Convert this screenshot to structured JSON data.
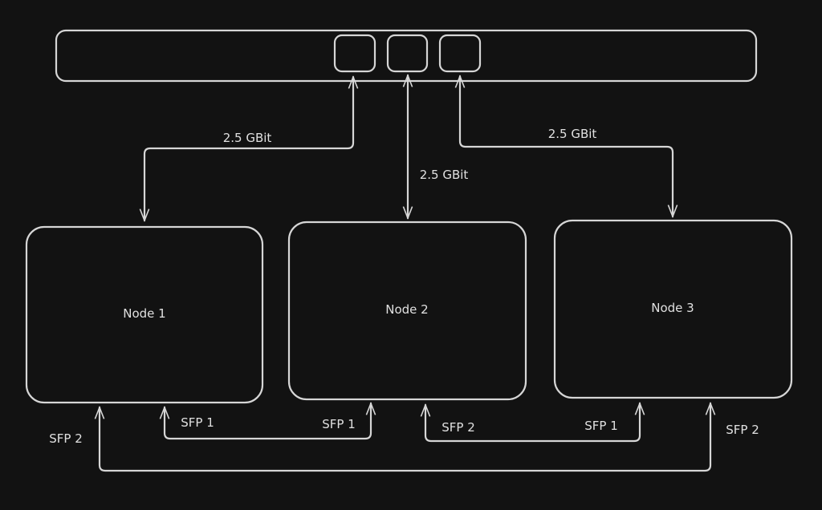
{
  "colors": {
    "background": "#121212",
    "stroke": "#d6d6d6",
    "text": "#e0e0e0"
  },
  "switch": {
    "ports": 3
  },
  "links": {
    "uplink_1": "2.5 GBit",
    "uplink_2": "2.5 GBit",
    "uplink_3": "2.5 GBit"
  },
  "nodes": [
    {
      "label": "Node 1"
    },
    {
      "label": "Node 2"
    },
    {
      "label": "Node 3"
    }
  ],
  "sfp_labels": {
    "n1_sfp1": "SFP 1",
    "n2_sfp1": "SFP 1",
    "n2_sfp2": "SFP 2",
    "n3_sfp1": "SFP 1",
    "n1_sfp2": "SFP 2",
    "n3_sfp2": "SFP 2"
  }
}
